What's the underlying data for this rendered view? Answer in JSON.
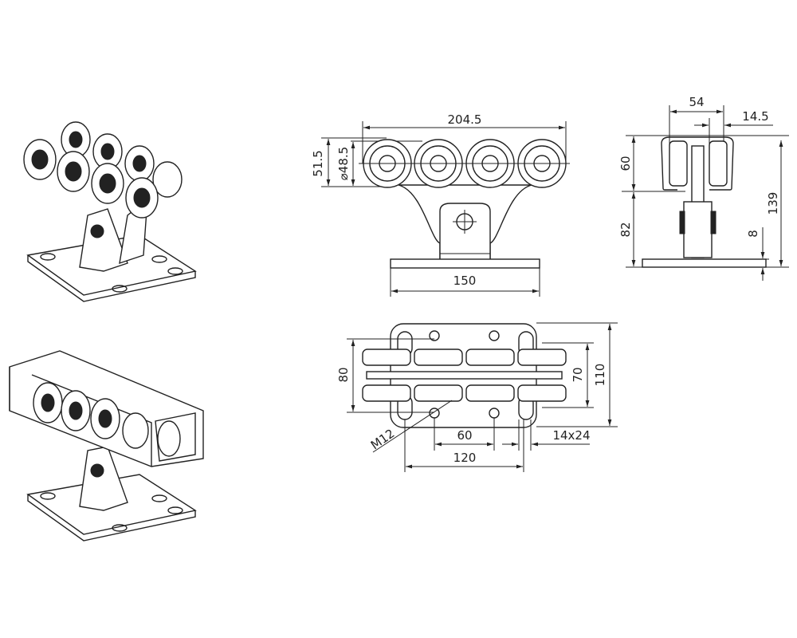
{
  "front_view": {
    "width_overall": "204.5",
    "height_wheel": "51.5",
    "wheel_diameter": "⌀48.5",
    "base_width": "150"
  },
  "side_view": {
    "channel_width": "54",
    "offset": "14.5",
    "channel_height": "60",
    "lower_height": "82",
    "total_height": "139",
    "plate_thickness": "8"
  },
  "top_view": {
    "wheel_span": "80",
    "inner_span": "70",
    "plate_depth": "110",
    "bolt": "M12",
    "hole_spacing": "60",
    "slot_size": "14x24",
    "slot_spacing": "120"
  },
  "colors": {
    "line": "#222222",
    "background": "#ffffff"
  }
}
